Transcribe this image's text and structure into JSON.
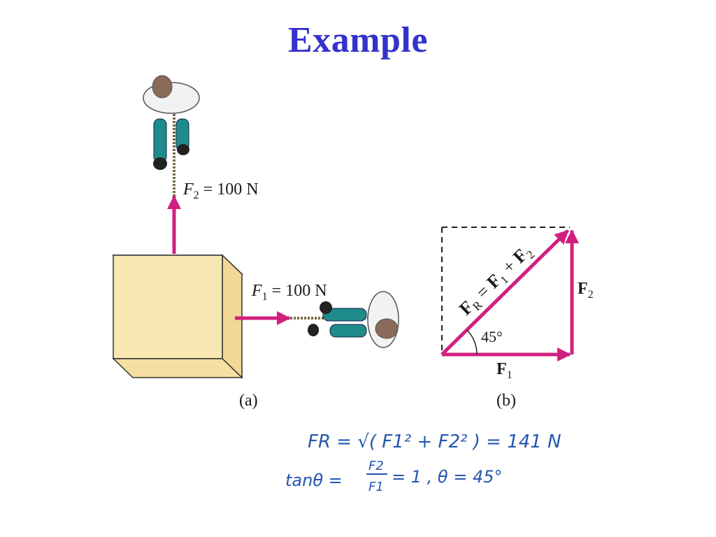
{
  "title": "Example",
  "colors": {
    "title": "#3333cc",
    "force_arrow": "#d0207f",
    "box_face": "#f8e7b3",
    "box_edge": "#333333",
    "shirt": "#f2f2f2",
    "pants": "#1f8c8c",
    "hair": "#8a6a58",
    "handwriting": "#2456b0"
  },
  "panel_a": {
    "caption": "(a)",
    "f2_label": {
      "sym": "F",
      "sub": "2",
      "rest": " = 100 N"
    },
    "f1_label": {
      "sym": "F",
      "sub": "1",
      "rest": " = 100 N"
    }
  },
  "panel_b": {
    "caption": "(b)",
    "resultant_label": {
      "F": "F",
      "R": "R",
      "eq": " = ",
      "F1": "F",
      "s1": "1",
      "plus": " + ",
      "F2": "F",
      "s2": "2"
    },
    "f1": {
      "sym": "F",
      "sub": "1"
    },
    "f2": {
      "sym": "F",
      "sub": "2"
    },
    "angle": "45°"
  },
  "handwritten": {
    "line1": "FR = √( F1² + F2² ) = 141 N",
    "line2_lhs": "tanθ =",
    "frac_num": "F2",
    "frac_den": "F1",
    "line2_rhs": "= 1 ,  θ = 45°"
  }
}
